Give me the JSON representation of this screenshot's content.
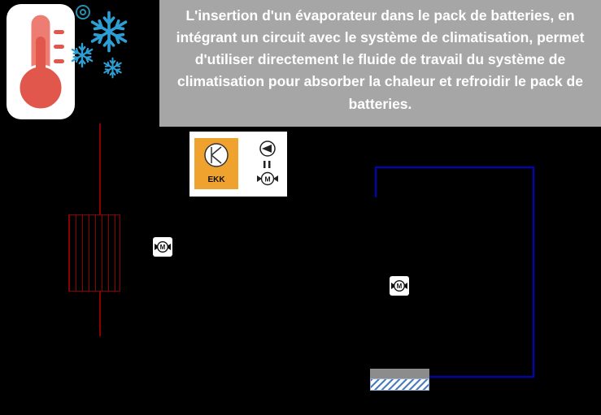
{
  "infobox": {
    "text": "L'insertion d'un évaporateur dans le pack de batteries, en intégrant un circuit avec le système de climatisation, permet d'utiliser directement le fluide de travail du système de climatisation pour absorber la chaleur et refroidir le pack de batteries."
  },
  "diagram": {
    "compressor": {
      "label": "EKK",
      "motor_label": "M"
    },
    "fans": [
      {
        "label": "M"
      },
      {
        "label": "M"
      }
    ],
    "colors": {
      "background": "#000000",
      "info_panel_gray": "#a6a6a6",
      "info_text_white": "#ffffff",
      "coolant_line_red": "#8b0000",
      "ac_line_blue": "#0000cc",
      "compressor_orange": "#efa32e",
      "thermometer_red": "#e2574c",
      "thermometer_stem_salmon": "#ed7d72",
      "snowflake_blue": "#2e9fd4",
      "battery_gray": "#8c8c8c",
      "evaporator_hatch_blue": "#4a7ebb"
    }
  }
}
